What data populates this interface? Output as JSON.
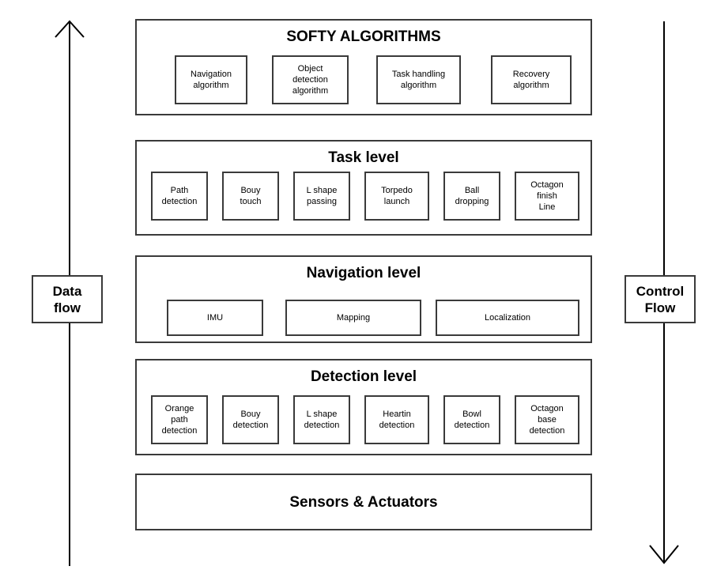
{
  "top_layer": {
    "title": "SOFTY ALGORITHMS",
    "items": [
      "Navigation\nalgorithm",
      "Object\ndetection\nalgorithm",
      "Task handling\nalgorithm",
      "Recovery\nalgorithm"
    ]
  },
  "task_layer": {
    "title": "Task level",
    "items": [
      "Path\ndetection",
      "Bouy\ntouch",
      "L shape\npassing",
      "Torpedo\nlaunch",
      "Ball\ndropping",
      "Octagon\nfinish\nLine"
    ]
  },
  "navigation_layer": {
    "title": "Navigation level",
    "items": [
      "IMU",
      "Mapping",
      "Localization"
    ]
  },
  "detection_layer": {
    "title": "Detection level",
    "items": [
      "Orange\npath\ndetection",
      "Bouy\ndetection",
      "L shape\ndetection",
      "Heartin\ndetection",
      "Bowl\ndetection",
      "Octagon\nbase\ndetection"
    ]
  },
  "sensors_layer": {
    "title": "Sensors & Actuators"
  },
  "left_label": "Data\nflow",
  "right_label": "Control\nFlow"
}
